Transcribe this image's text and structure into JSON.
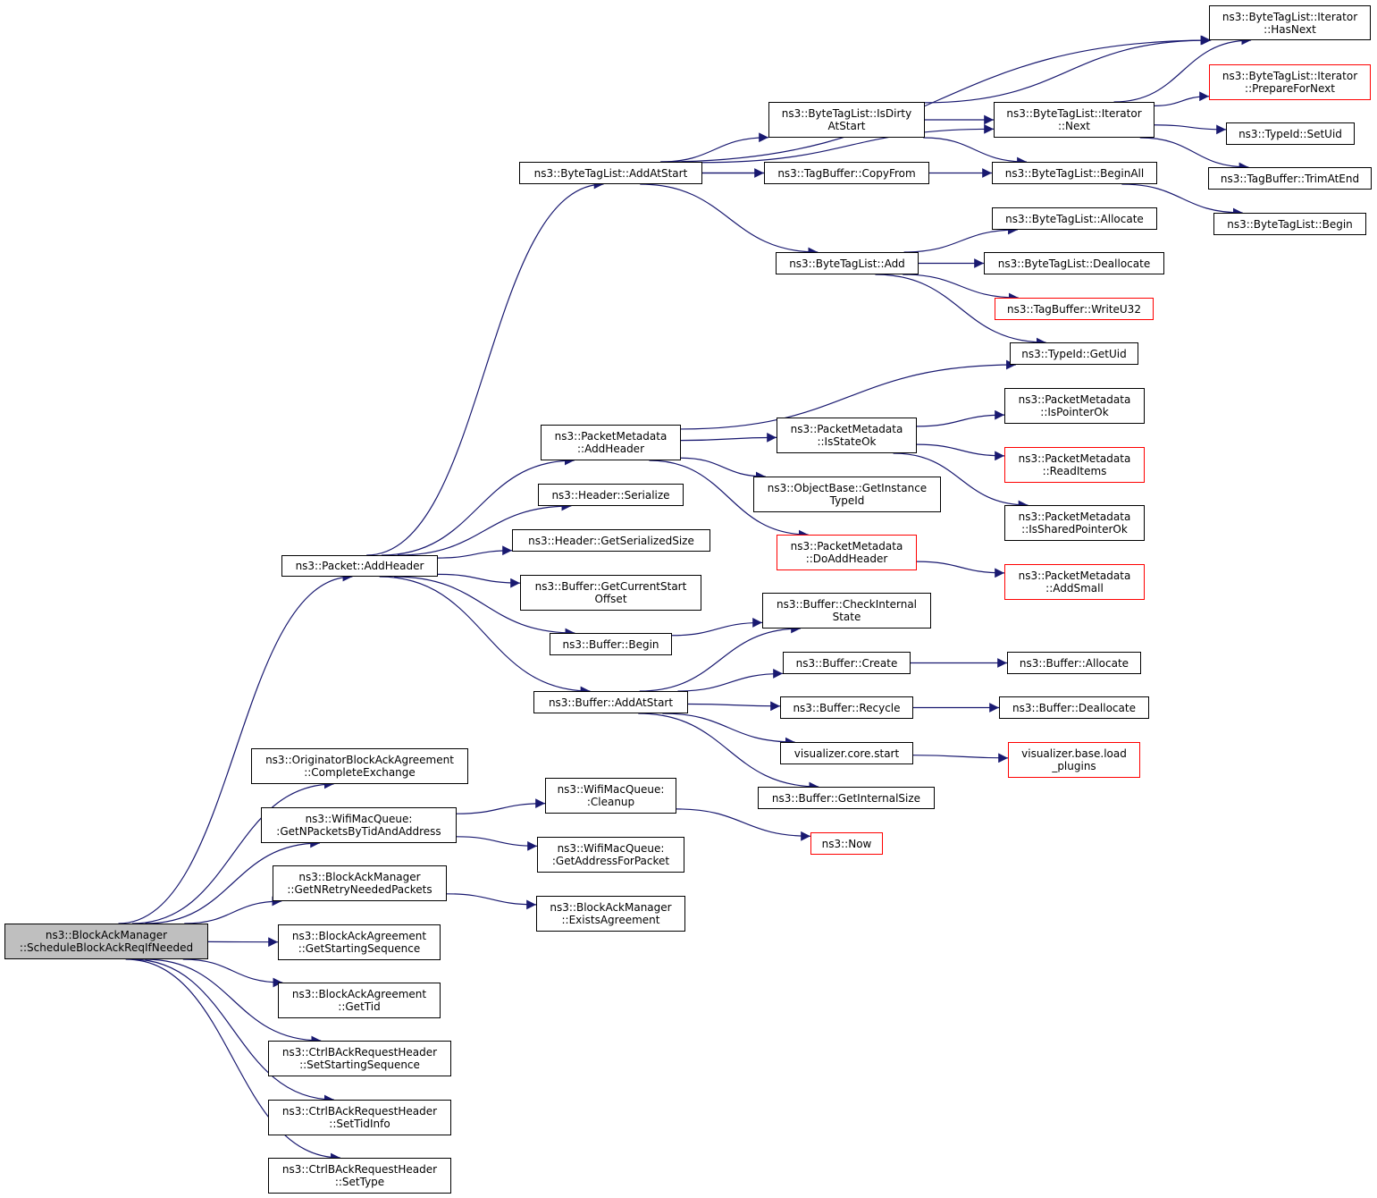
{
  "colors": {
    "edge": "#191970",
    "node_border": "#000000",
    "node_border_truncated": "#ff0000",
    "root_fill": "#bfbfbf"
  },
  "nodes": [
    {
      "id": "root",
      "lines": [
        "ns3::BlockAckManager",
        "::ScheduleBlockAckReqIfNeeded"
      ],
      "style": "root"
    },
    {
      "id": "pkt_addheader",
      "lines": [
        "ns3::Packet::AddHeader"
      ]
    },
    {
      "id": "orig_complete",
      "lines": [
        "ns3::OriginatorBlockAckAgreement",
        "::CompleteExchange"
      ]
    },
    {
      "id": "wmq_getn",
      "lines": [
        "ns3::WifiMacQueue:",
        ":GetNPacketsByTidAndAddress"
      ]
    },
    {
      "id": "bam_getnretry",
      "lines": [
        "ns3::BlockAckManager",
        "::GetNRetryNeededPackets"
      ]
    },
    {
      "id": "baa_getstart",
      "lines": [
        "ns3::BlockAckAgreement",
        "::GetStartingSequence"
      ]
    },
    {
      "id": "baa_gettid",
      "lines": [
        "ns3::BlockAckAgreement",
        "::GetTid"
      ]
    },
    {
      "id": "cbar_setstart",
      "lines": [
        "ns3::CtrlBAckRequestHeader",
        "::SetStartingSequence"
      ]
    },
    {
      "id": "cbar_settid",
      "lines": [
        "ns3::CtrlBAckRequestHeader",
        "::SetTidInfo"
      ]
    },
    {
      "id": "cbar_settype",
      "lines": [
        "ns3::CtrlBAckRequestHeader",
        "::SetType"
      ]
    },
    {
      "id": "btl_addatstart",
      "lines": [
        "ns3::ByteTagList::AddAtStart"
      ]
    },
    {
      "id": "pm_addheader",
      "lines": [
        "ns3::PacketMetadata",
        "::AddHeader"
      ]
    },
    {
      "id": "hdr_serialize",
      "lines": [
        "ns3::Header::Serialize"
      ]
    },
    {
      "id": "hdr_getsize",
      "lines": [
        "ns3::Header::GetSerializedSize"
      ]
    },
    {
      "id": "buf_getcurstart",
      "lines": [
        "ns3::Buffer::GetCurrentStart",
        "Offset"
      ]
    },
    {
      "id": "buf_begin",
      "lines": [
        "ns3::Buffer::Begin"
      ]
    },
    {
      "id": "buf_addatstart",
      "lines": [
        "ns3::Buffer::AddAtStart"
      ]
    },
    {
      "id": "wmq_cleanup",
      "lines": [
        "ns3::WifiMacQueue:",
        ":Cleanup"
      ]
    },
    {
      "id": "wmq_getaddr",
      "lines": [
        "ns3::WifiMacQueue:",
        ":GetAddressForPacket"
      ]
    },
    {
      "id": "bam_exists",
      "lines": [
        "ns3::BlockAckManager",
        "::ExistsAgreement"
      ]
    },
    {
      "id": "btl_isdirty",
      "lines": [
        "ns3::ByteTagList::IsDirty",
        "AtStart"
      ]
    },
    {
      "id": "tb_copyfrom",
      "lines": [
        "ns3::TagBuffer::CopyFrom"
      ]
    },
    {
      "id": "btl_add",
      "lines": [
        "ns3::ByteTagList::Add"
      ]
    },
    {
      "id": "pm_isstateok",
      "lines": [
        "ns3::PacketMetadata",
        "::IsStateOk"
      ]
    },
    {
      "id": "ob_getinst",
      "lines": [
        "ns3::ObjectBase::GetInstance",
        "TypeId"
      ]
    },
    {
      "id": "pm_doaddheader",
      "lines": [
        "ns3::PacketMetadata",
        "::DoAddHeader"
      ],
      "style": "red"
    },
    {
      "id": "buf_checkinternal",
      "lines": [
        "ns3::Buffer::CheckInternal",
        "State"
      ]
    },
    {
      "id": "buf_create",
      "lines": [
        "ns3::Buffer::Create"
      ]
    },
    {
      "id": "buf_recycle",
      "lines": [
        "ns3::Buffer::Recycle"
      ]
    },
    {
      "id": "viz_core_start",
      "lines": [
        "visualizer.core.start"
      ]
    },
    {
      "id": "buf_getinternal",
      "lines": [
        "ns3::Buffer::GetInternalSize"
      ]
    },
    {
      "id": "ns3_now",
      "lines": [
        "ns3::Now"
      ],
      "style": "red"
    },
    {
      "id": "btl_it_next",
      "lines": [
        "ns3::ByteTagList::Iterator",
        "::Next"
      ]
    },
    {
      "id": "btl_beginall",
      "lines": [
        "ns3::ByteTagList::BeginAll"
      ]
    },
    {
      "id": "btl_allocate",
      "lines": [
        "ns3::ByteTagList::Allocate"
      ]
    },
    {
      "id": "btl_deallocate",
      "lines": [
        "ns3::ByteTagList::Deallocate"
      ]
    },
    {
      "id": "tb_writeu32",
      "lines": [
        "ns3::TagBuffer::WriteU32"
      ],
      "style": "red"
    },
    {
      "id": "typeid_getuid",
      "lines": [
        "ns3::TypeId::GetUid"
      ]
    },
    {
      "id": "pm_ispointerok",
      "lines": [
        "ns3::PacketMetadata",
        "::IsPointerOk"
      ]
    },
    {
      "id": "pm_readitems",
      "lines": [
        "ns3::PacketMetadata",
        "::ReadItems"
      ],
      "style": "red"
    },
    {
      "id": "pm_issharedptrok",
      "lines": [
        "ns3::PacketMetadata",
        "::IsSharedPointerOk"
      ]
    },
    {
      "id": "pm_addsmall",
      "lines": [
        "ns3::PacketMetadata",
        "::AddSmall"
      ],
      "style": "red"
    },
    {
      "id": "buf_allocate",
      "lines": [
        "ns3::Buffer::Allocate"
      ]
    },
    {
      "id": "buf_deallocate",
      "lines": [
        "ns3::Buffer::Deallocate"
      ]
    },
    {
      "id": "viz_base_load",
      "lines": [
        "visualizer.base.load",
        "_plugins"
      ],
      "style": "red"
    },
    {
      "id": "btl_it_hasnext",
      "lines": [
        "ns3::ByteTagList::Iterator",
        "::HasNext"
      ]
    },
    {
      "id": "btl_it_prepare",
      "lines": [
        "ns3::ByteTagList::Iterator",
        "::PrepareForNext"
      ],
      "style": "red"
    },
    {
      "id": "typeid_setuid",
      "lines": [
        "ns3::TypeId::SetUid"
      ]
    },
    {
      "id": "tb_trimatend",
      "lines": [
        "ns3::TagBuffer::TrimAtEnd"
      ]
    },
    {
      "id": "btl_begin",
      "lines": [
        "ns3::ByteTagList::Begin"
      ]
    }
  ],
  "edges": [
    [
      "root",
      "pkt_addheader"
    ],
    [
      "root",
      "orig_complete"
    ],
    [
      "root",
      "wmq_getn"
    ],
    [
      "root",
      "bam_getnretry"
    ],
    [
      "root",
      "baa_getstart"
    ],
    [
      "root",
      "baa_gettid"
    ],
    [
      "root",
      "cbar_setstart"
    ],
    [
      "root",
      "cbar_settid"
    ],
    [
      "root",
      "cbar_settype"
    ],
    [
      "pkt_addheader",
      "btl_addatstart"
    ],
    [
      "pkt_addheader",
      "pm_addheader"
    ],
    [
      "pkt_addheader",
      "hdr_serialize"
    ],
    [
      "pkt_addheader",
      "hdr_getsize"
    ],
    [
      "pkt_addheader",
      "buf_getcurstart"
    ],
    [
      "pkt_addheader",
      "buf_begin"
    ],
    [
      "pkt_addheader",
      "buf_addatstart"
    ],
    [
      "btl_addatstart",
      "btl_it_hasnext"
    ],
    [
      "btl_addatstart",
      "btl_it_next"
    ],
    [
      "btl_addatstart",
      "btl_isdirty"
    ],
    [
      "btl_addatstart",
      "tb_copyfrom"
    ],
    [
      "btl_addatstart",
      "btl_beginall"
    ],
    [
      "btl_addatstart",
      "btl_add"
    ],
    [
      "btl_isdirty",
      "btl_it_hasnext"
    ],
    [
      "btl_isdirty",
      "btl_it_next"
    ],
    [
      "btl_isdirty",
      "btl_beginall"
    ],
    [
      "btl_it_next",
      "btl_it_hasnext"
    ],
    [
      "btl_it_next",
      "btl_it_prepare"
    ],
    [
      "btl_it_next",
      "typeid_setuid"
    ],
    [
      "btl_it_next",
      "tb_trimatend"
    ],
    [
      "btl_beginall",
      "btl_begin"
    ],
    [
      "btl_add",
      "btl_allocate"
    ],
    [
      "btl_add",
      "btl_deallocate"
    ],
    [
      "btl_add",
      "tb_writeu32"
    ],
    [
      "btl_add",
      "typeid_getuid"
    ],
    [
      "pm_addheader",
      "typeid_getuid"
    ],
    [
      "pm_addheader",
      "pm_isstateok"
    ],
    [
      "pm_addheader",
      "ob_getinst"
    ],
    [
      "pm_addheader",
      "pm_doaddheader"
    ],
    [
      "pm_isstateok",
      "pm_ispointerok"
    ],
    [
      "pm_isstateok",
      "pm_readitems"
    ],
    [
      "pm_isstateok",
      "pm_issharedptrok"
    ],
    [
      "pm_doaddheader",
      "pm_addsmall"
    ],
    [
      "buf_begin",
      "buf_checkinternal"
    ],
    [
      "buf_addatstart",
      "buf_checkinternal"
    ],
    [
      "buf_addatstart",
      "buf_create"
    ],
    [
      "buf_addatstart",
      "buf_recycle"
    ],
    [
      "buf_addatstart",
      "viz_core_start"
    ],
    [
      "buf_addatstart",
      "buf_getinternal"
    ],
    [
      "buf_create",
      "buf_allocate"
    ],
    [
      "buf_recycle",
      "buf_deallocate"
    ],
    [
      "viz_core_start",
      "viz_base_load"
    ],
    [
      "wmq_getn",
      "wmq_cleanup"
    ],
    [
      "wmq_getn",
      "wmq_getaddr"
    ],
    [
      "wmq_cleanup",
      "ns3_now"
    ],
    [
      "bam_getnretry",
      "bam_exists"
    ]
  ]
}
